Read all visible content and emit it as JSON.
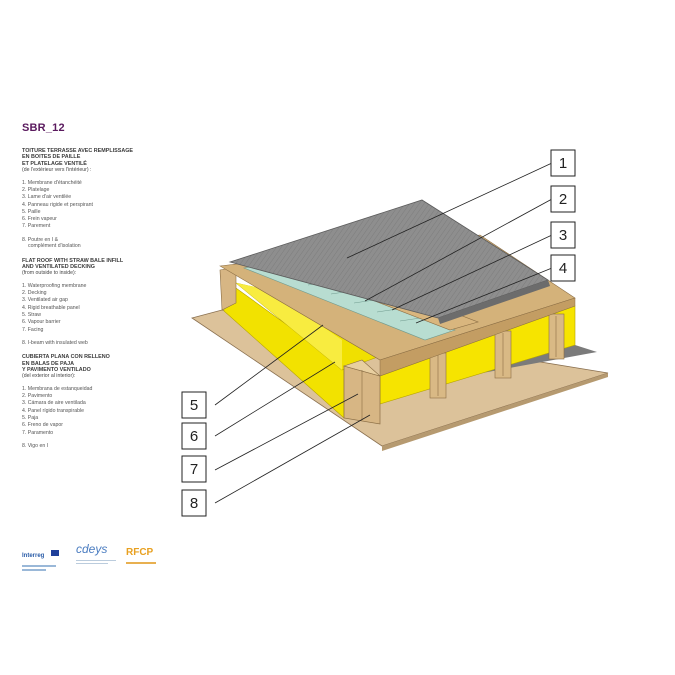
{
  "title_code": "SBR_12",
  "fr": {
    "heading": [
      "TOITURE TERRASSE AVEC REMPLISSAGE",
      "EN BOITES DE PAILLE",
      "ET PLATELAGE VENTILÉ"
    ],
    "subheading": "(de l'extérieur vers l'intérieur) :",
    "items": [
      "1. Membrane d'étanchéité",
      "2. Platelage",
      "3. Lame d'air ventilée",
      "4. Panneau rigide et perspirant",
      "5. Paille",
      "6. Frein vapeur",
      "7. Parement"
    ],
    "note": [
      "8. Poutre en I &",
      "complément d'isolation"
    ]
  },
  "en": {
    "heading": [
      "FLAT ROOF WITH STRAW BALE INFILL",
      "AND VENTILATED DECKING"
    ],
    "subheading": "(from outside to inside):",
    "items": [
      "1. Waterproofing membrane",
      "2. Decking",
      "3. Ventilated air gap",
      "4. Rigid breathable panel",
      "5. Straw",
      "6. Vapour barrier",
      "7. Facing"
    ],
    "note": [
      "8. I-beam with insulated web"
    ]
  },
  "es": {
    "heading": [
      "CUBIERTA PLANA CON RELLENO",
      "EN BALAS DE PAJA",
      "Y PAVIMENTO VENTILADO"
    ],
    "subheading": "(del exterior al interior):",
    "items": [
      "1. Membrana de estanqueidad",
      "2. Pavimento",
      "3. Cámara de aire ventilada",
      "4. Panel rígido transpirable",
      "5. Paja",
      "6. Freno de vapor",
      "7. Paramento"
    ],
    "note": [
      "8. Vigo en I"
    ]
  },
  "logos": {
    "interreg": "Interreg",
    "cdeys": "cdeys",
    "rfcp": "RFCP"
  },
  "callouts": [
    "1",
    "2",
    "3",
    "4",
    "5",
    "6",
    "7",
    "8"
  ],
  "colors": {
    "title": "#5a1a5e",
    "membrane": "#9a9a9a",
    "decking": "#c9a878",
    "airgap_panel": "#b9dcd2",
    "straw": "#f0e000",
    "wood": "#d9b98a",
    "ceiling": "#ddc295"
  }
}
